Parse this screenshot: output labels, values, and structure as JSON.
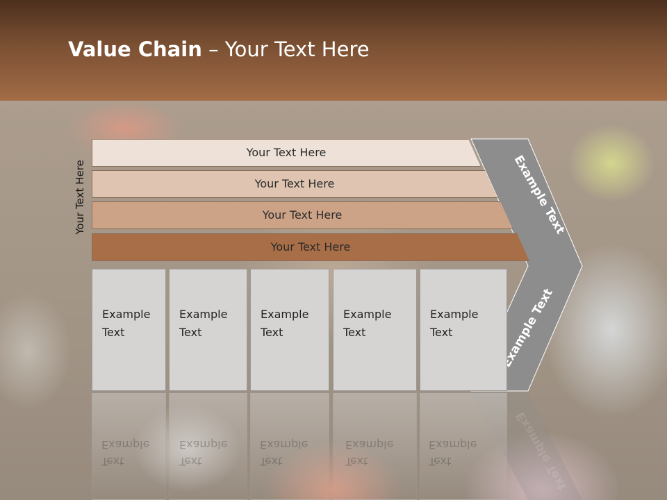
{
  "title": {
    "bold": "Value Chain",
    "rest": " – Your Text Here"
  },
  "side_label": "Your Text Here",
  "bars": [
    {
      "label": "Your Text Here",
      "color": "#eee2d8"
    },
    {
      "label": "Your Text Here",
      "color": "#dfc4b1"
    },
    {
      "label": "Your Text Here",
      "color": "#cda388"
    },
    {
      "label": "Your Text Here",
      "color": "#a86e47"
    }
  ],
  "cells": [
    {
      "line1": "Example",
      "line2": "Text"
    },
    {
      "line1": "Example",
      "line2": "Text"
    },
    {
      "line1": "Example",
      "line2": "Text"
    },
    {
      "line1": "Example",
      "line2": "Text"
    },
    {
      "line1": "Example",
      "line2": "Text"
    }
  ],
  "chevron": {
    "upper_text": "Example Text",
    "lower_text": "Example Text",
    "color": "#8d8d8d"
  }
}
